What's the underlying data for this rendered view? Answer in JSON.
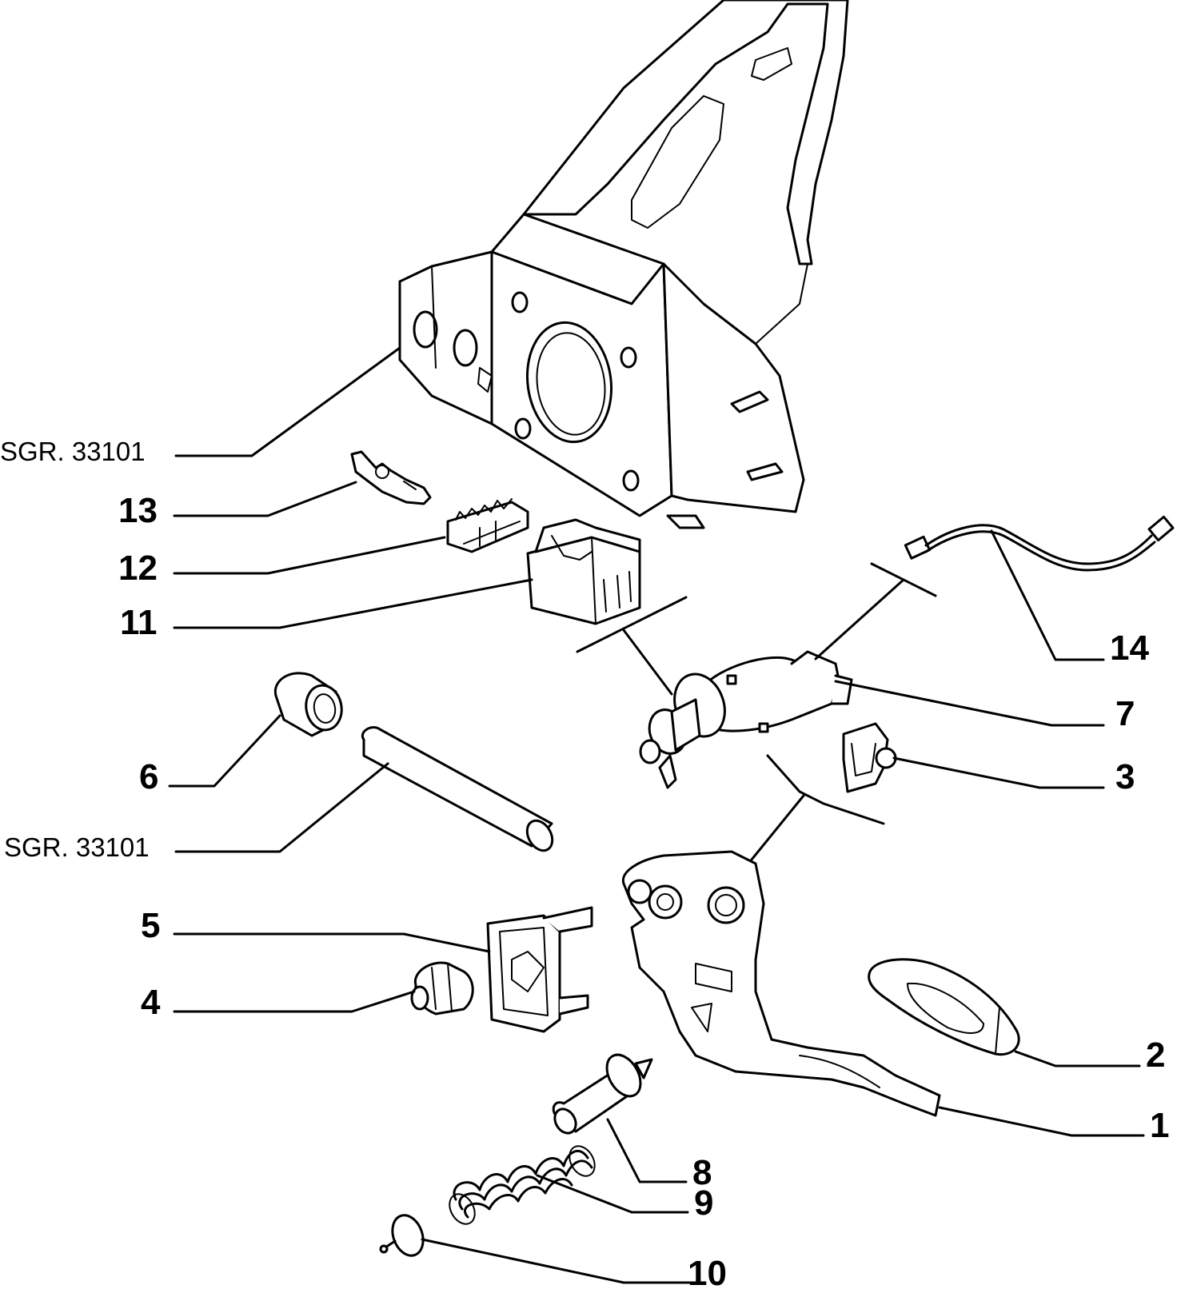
{
  "labels": {
    "sgr_top": "SGR. 33101",
    "sgr_mid": "SGR. 33101",
    "l1": "1",
    "l2": "2",
    "l3": "3",
    "l4": "4",
    "l5": "5",
    "l6": "6",
    "l7": "7",
    "l8": "8",
    "l9": "9",
    "l10": "10",
    "l11": "11",
    "l12": "12",
    "l13": "13",
    "l14": "14"
  },
  "colors": {
    "line": "#000000",
    "background": "#ffffff"
  }
}
